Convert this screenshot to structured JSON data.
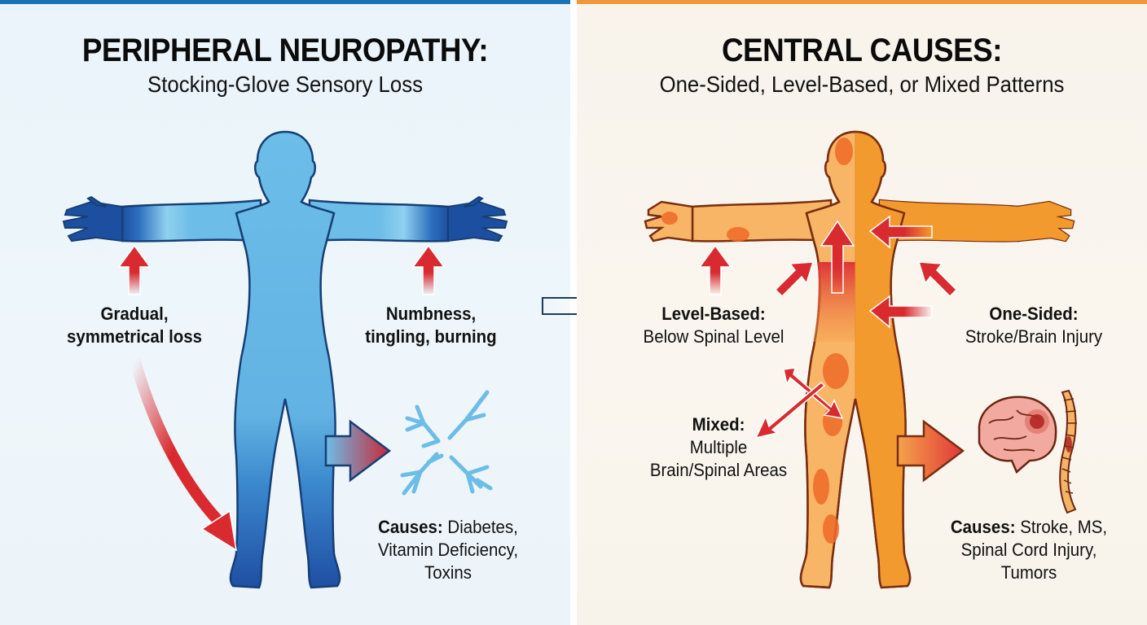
{
  "left_panel": {
    "title": "PERIPHERAL NEUROPATHY:",
    "subtitle": "Stocking-Glove Sensory Loss",
    "accent_color": "#1a73b7",
    "body_color": "#6cbde8",
    "extremity_color": "#1d4fa0",
    "labels": {
      "gradual_line1": "Gradual,",
      "gradual_line2": "symmetrical loss",
      "numbness_line1": "Numbness,",
      "numbness_line2": "tingling, burning"
    },
    "causes": {
      "heading": "Causes:",
      "line1": "Diabetes,",
      "line2": "Vitamin Deficiency,",
      "line3": "Toxins"
    },
    "icons": [
      "nerve-damage-icon"
    ]
  },
  "right_panel": {
    "title": "CENTRAL CAUSES:",
    "subtitle": "One-Sided, Level-Based, or Mixed Patterns",
    "accent_color": "#f0973a",
    "body_color": "#f5a24a",
    "level_band_color": "#e0383a",
    "labels": {
      "level_heading": "Level-Based:",
      "level_detail": "Below Spinal Level",
      "one_sided_heading": "One-Sided:",
      "one_sided_detail": "Stroke/Brain Injury",
      "mixed_heading": "Mixed:",
      "mixed_detail_line1": "Multiple",
      "mixed_detail_line2": "Brain/Spinal Areas"
    },
    "causes": {
      "heading": "Causes:",
      "line1": "Stroke, MS,",
      "line2": "Spinal Cord Injury,",
      "line3": "Tumors"
    },
    "icons": [
      "brain-icon",
      "spine-icon"
    ]
  },
  "arrow_color": "#d92b2f"
}
